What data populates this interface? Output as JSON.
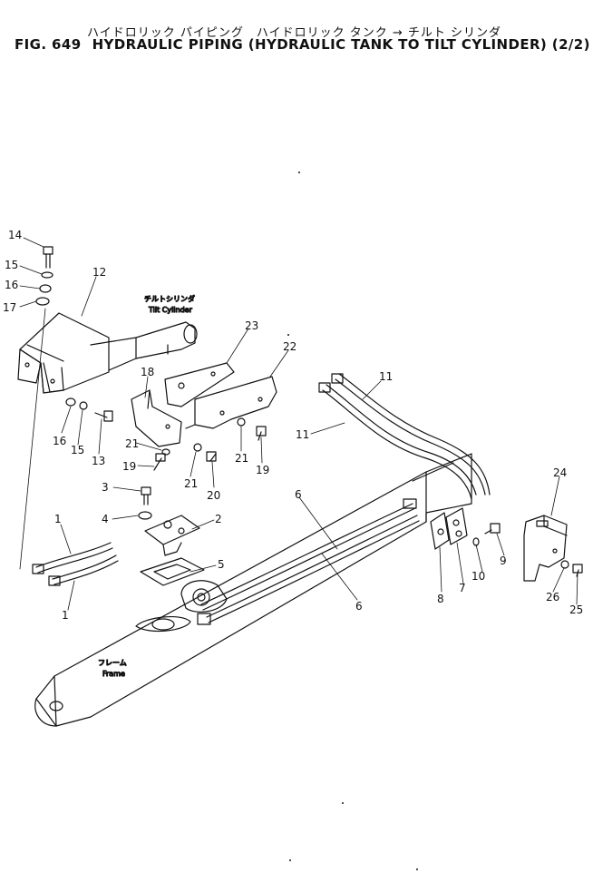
{
  "title": {
    "japanese": "ハイドロリック パイピング　ハイドロリック タンク → チルト シリンダ",
    "figure": "FIG. 649",
    "text": "HYDRAULIC PIPING (HYDRAULIC TANK TO TILT CYLINDER) (2/2)"
  },
  "labels": {
    "tilt_cylinder_jp": "チルトシリンダ",
    "tilt_cylinder_en": "Tilt Cylinder",
    "frame_jp": "フレーム",
    "frame_en": "Frame"
  },
  "callouts": [
    "14",
    "15",
    "16",
    "17",
    "12",
    "23",
    "22",
    "18",
    "11",
    "11",
    "16",
    "15",
    "13",
    "21",
    "19",
    "21",
    "20",
    "21",
    "19",
    "3",
    "4",
    "2",
    "1",
    "1",
    "5",
    "6",
    "6",
    "24",
    "9",
    "10",
    "7",
    "8",
    "26",
    "25"
  ]
}
